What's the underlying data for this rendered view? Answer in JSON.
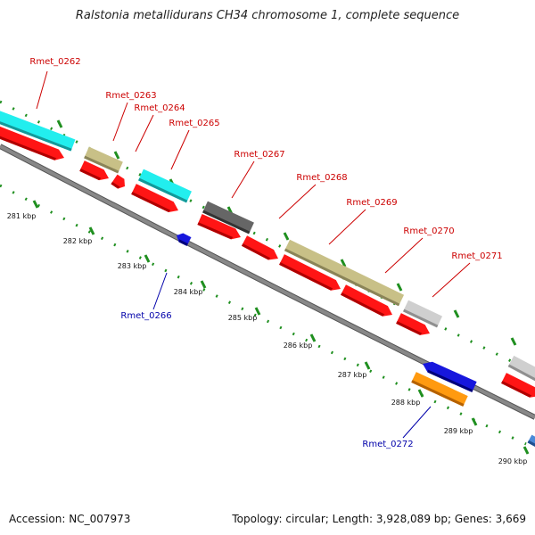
{
  "title": "Ralstonia metallidurans CH34 chromosome 1, complete sequence",
  "footer": {
    "accession": "Accession: NC_007973",
    "summary": "Topology: circular; Length: 3,928,089 bp; Genes: 3,669"
  },
  "colors": {
    "forward_cds": "#ff1111",
    "reverse_cds": "#1010dd",
    "backbone": "#888888",
    "tick": "#1f8f1f",
    "forward_label": "#cc0000",
    "reverse_label": "#0000aa"
  },
  "ticks": [
    "281 kbp",
    "282 kbp",
    "283 kbp",
    "284 kbp",
    "285 kbp",
    "286 kbp",
    "287 kbp",
    "288 kbp",
    "289 kbp",
    "290 kbp"
  ],
  "forward_genes": [
    "Rmet_0262",
    "Rmet_0263",
    "Rmet_0264",
    "Rmet_0265",
    "Rmet_0267",
    "Rmet_0268",
    "Rmet_0269",
    "Rmet_0270",
    "Rmet_0271"
  ],
  "reverse_genes": [
    "Rmet_0266",
    "Rmet_0272"
  ]
}
